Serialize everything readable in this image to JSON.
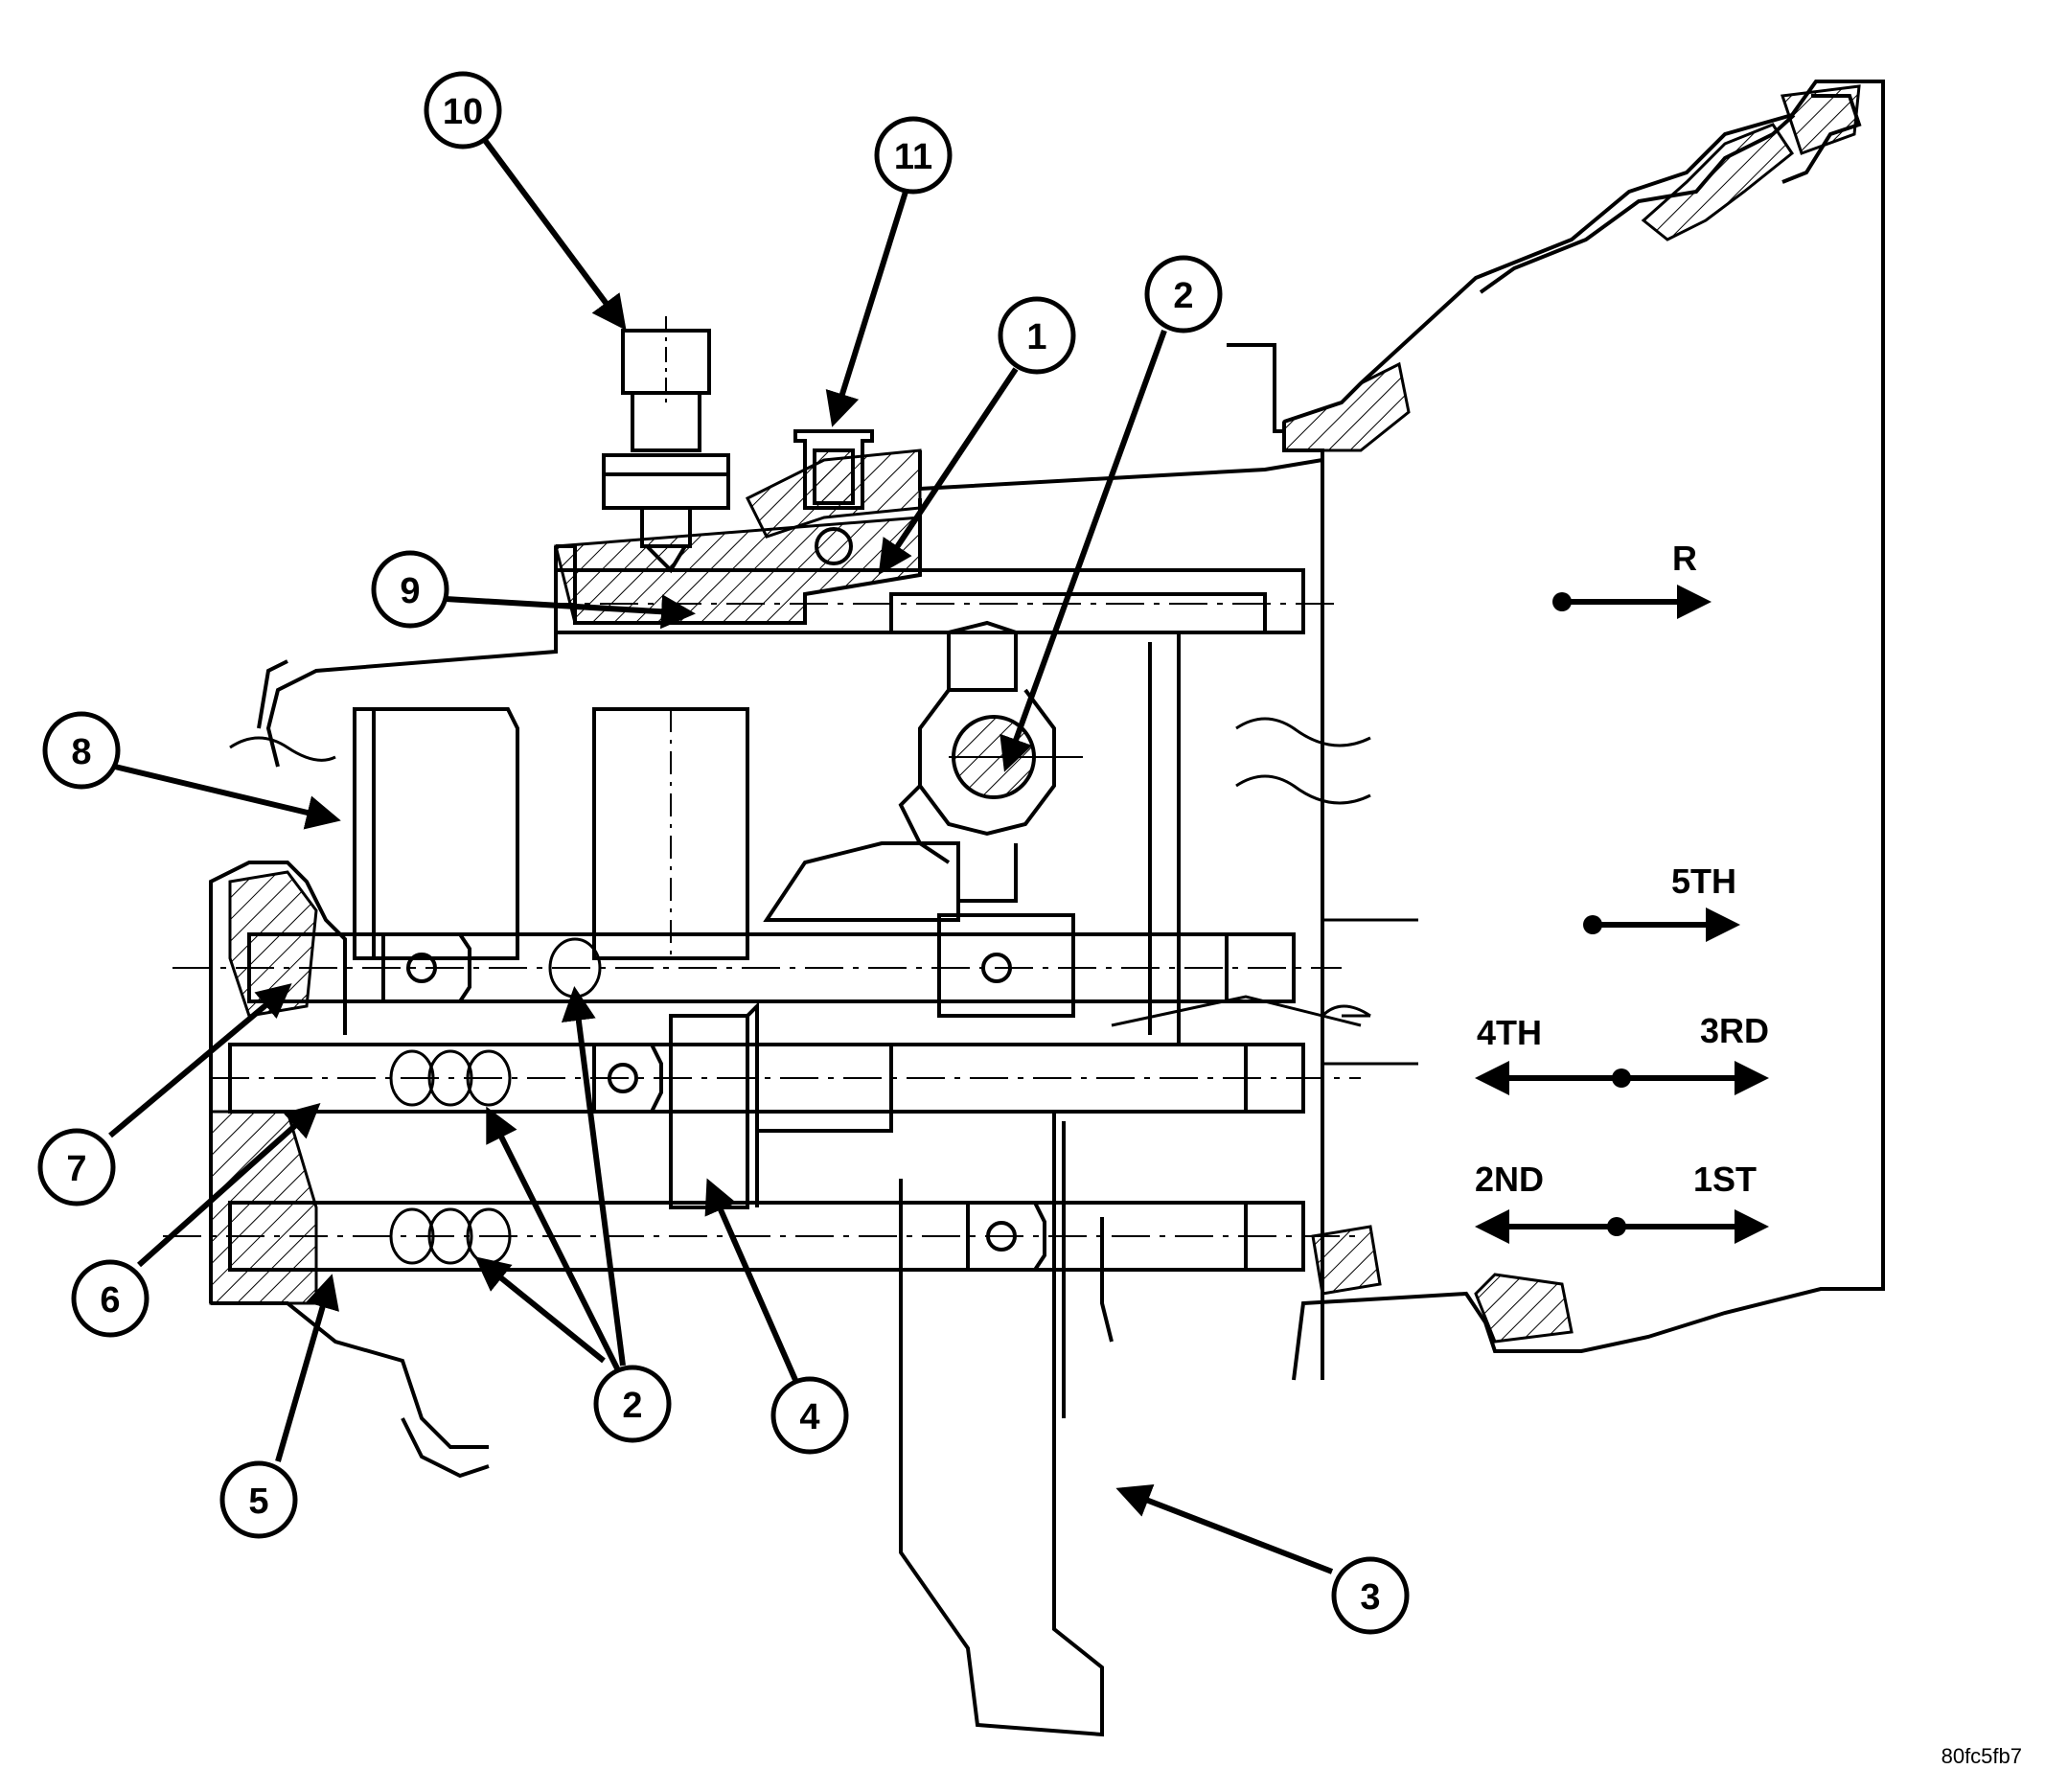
{
  "figure": {
    "id_code": "80fc5fb7",
    "callouts": [
      "10",
      "11",
      "1",
      "2",
      "9",
      "8",
      "7",
      "6",
      "5",
      "2",
      "4",
      "3"
    ],
    "gear_labels": {
      "reverse": "R",
      "fifth": "5TH",
      "fourth": "4TH",
      "third": "3RD",
      "second": "2ND",
      "first": "1ST"
    }
  }
}
